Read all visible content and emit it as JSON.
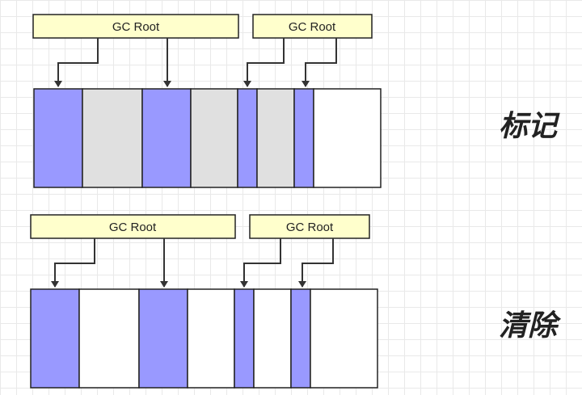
{
  "colors": {
    "root_fill": "#ffffcc",
    "live": "#9999ff",
    "garbage": "#e0e0e0",
    "free": "#ffffff",
    "stroke": "#222222"
  },
  "mark": {
    "label": "标记",
    "roots": [
      {
        "label": "GC Root",
        "targets": [
          0,
          2
        ]
      },
      {
        "label": "GC Root",
        "targets": [
          4,
          6
        ]
      }
    ],
    "blocks": [
      {
        "state": "live",
        "units": 60
      },
      {
        "state": "garbage",
        "units": 74
      },
      {
        "state": "live",
        "units": 60
      },
      {
        "state": "garbage",
        "units": 58
      },
      {
        "state": "live",
        "units": 24
      },
      {
        "state": "garbage",
        "units": 46
      },
      {
        "state": "live",
        "units": 24
      },
      {
        "state": "free",
        "units": 83
      }
    ]
  },
  "sweep": {
    "label": "清除",
    "roots": [
      {
        "label": "GC Root",
        "targets": [
          0,
          2
        ]
      },
      {
        "label": "GC Root",
        "targets": [
          4,
          6
        ]
      }
    ],
    "blocks": [
      {
        "state": "live",
        "units": 60
      },
      {
        "state": "free",
        "units": 74
      },
      {
        "state": "live",
        "units": 60
      },
      {
        "state": "free",
        "units": 58
      },
      {
        "state": "live",
        "units": 24
      },
      {
        "state": "free",
        "units": 46
      },
      {
        "state": "live",
        "units": 24
      },
      {
        "state": "free",
        "units": 83
      }
    ]
  }
}
